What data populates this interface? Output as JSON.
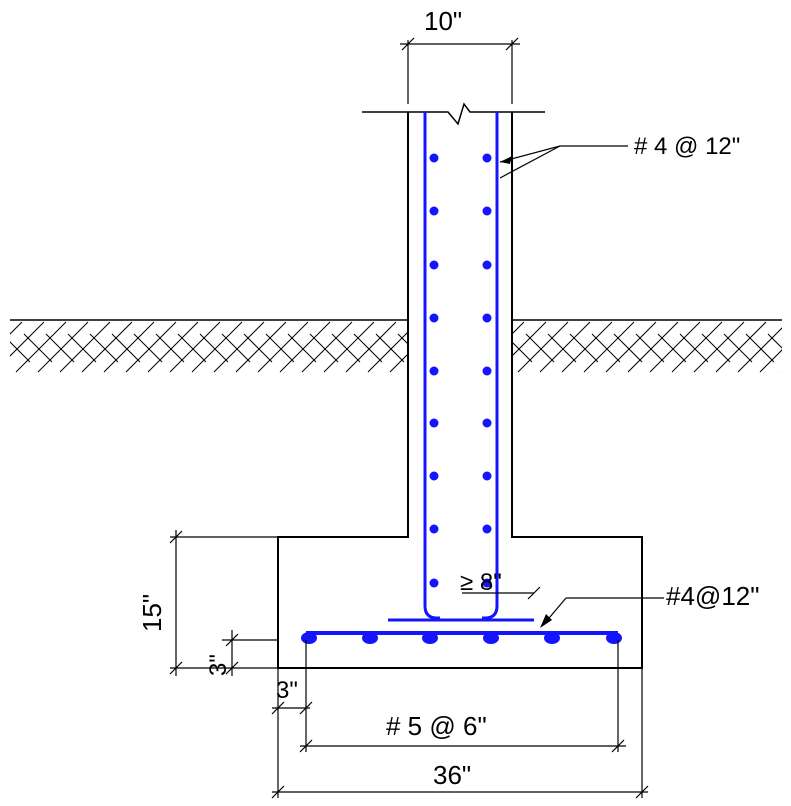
{
  "drawing": {
    "wall_width_label": "10\"",
    "vertical_bar_label": "# 4 @ 12\"",
    "hook_length_label": "≥ 8\"",
    "transverse_bar_label": "#4@12\"",
    "footing_depth_label": "15\"",
    "bottom_cover_label": "3\"",
    "side_cover_label": "3\"",
    "bottom_bar_label": "# 5 @ 6\"",
    "footing_width_label": "36\""
  },
  "colors": {
    "rebar": "#1414ff",
    "line": "#000000",
    "background": "#ffffff"
  }
}
